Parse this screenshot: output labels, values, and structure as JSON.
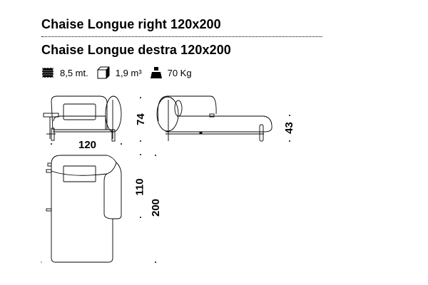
{
  "title_en": "Chaise Longue right 120x200",
  "title_it": "Chaise Longue destra 120x200",
  "specs": {
    "fabric": {
      "icon": "fabric-icon",
      "value": "8,5 mt."
    },
    "volume": {
      "icon": "box-icon",
      "value": "1,9 m³"
    },
    "weight": {
      "icon": "weight-icon",
      "value": "70 Kg"
    }
  },
  "dimensions": {
    "width": "120",
    "height": "74",
    "seat_height": "43",
    "depth_arm": "110",
    "depth": "200"
  }
}
